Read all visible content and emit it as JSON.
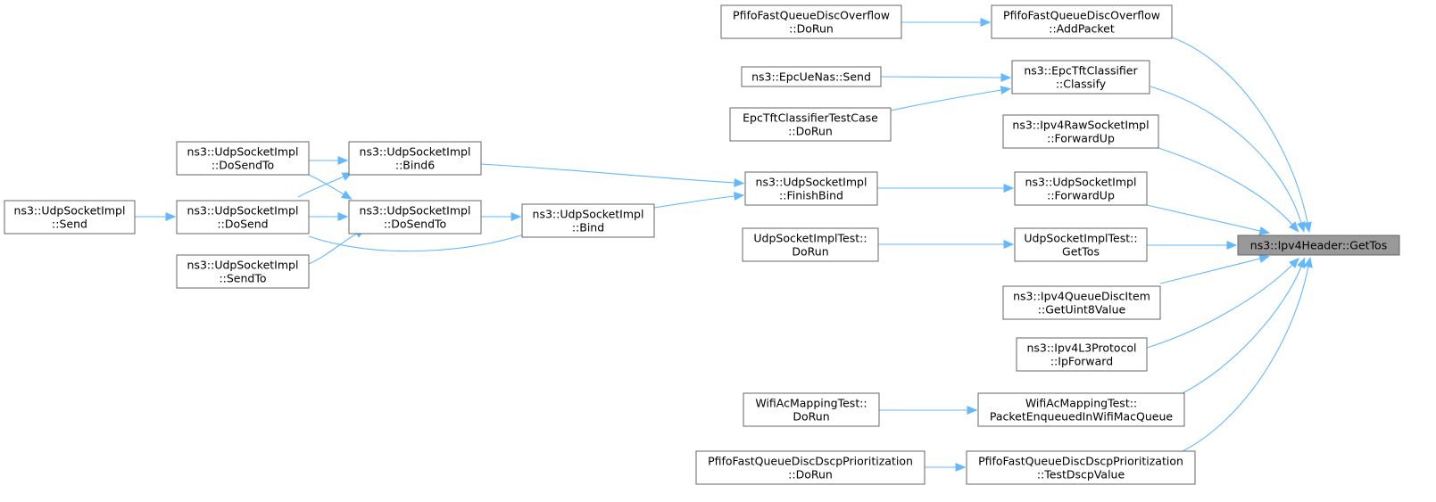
{
  "colors": {
    "edge": "#63b8ff",
    "node_border": "#666666",
    "focus_fill": "#999999",
    "node_fill": "#ffffff"
  },
  "nodes": {
    "get_tos": {
      "lines": [
        "ns3::Ipv4Header::GetTos"
      ]
    },
    "pfifo_addpacket": {
      "lines": [
        "PfifoFastQueueDiscOverflow",
        "::AddPacket"
      ]
    },
    "pfifo_overflow_dorun": {
      "lines": [
        "PfifoFastQueueDiscOverflow",
        "::DoRun"
      ]
    },
    "epc_classify": {
      "lines": [
        "ns3::EpcTftClassifier",
        "::Classify"
      ]
    },
    "epc_uenas_send": {
      "lines": [
        "ns3::EpcUeNas::Send"
      ]
    },
    "epc_test_dorun": {
      "lines": [
        "EpcTftClassifierTestCase",
        "::DoRun"
      ]
    },
    "ipv4raw_forwardup": {
      "lines": [
        "ns3::Ipv4RawSocketImpl",
        "::ForwardUp"
      ]
    },
    "udp_forwardup": {
      "lines": [
        "ns3::UdpSocketImpl",
        "::ForwardUp"
      ]
    },
    "udp_finishbind": {
      "lines": [
        "ns3::UdpSocketImpl",
        "::FinishBind"
      ]
    },
    "udp_bind6": {
      "lines": [
        "ns3::UdpSocketImpl",
        "::Bind6"
      ]
    },
    "udp_bind": {
      "lines": [
        "ns3::UdpSocketImpl",
        "::Bind"
      ]
    },
    "udp_dosendto_mid": {
      "lines": [
        "ns3::UdpSocketImpl",
        "::DoSendTo"
      ]
    },
    "udp_dosendto_left": {
      "lines": [
        "ns3::UdpSocketImpl",
        "::DoSendTo"
      ]
    },
    "udp_dosend": {
      "lines": [
        "ns3::UdpSocketImpl",
        "::DoSend"
      ]
    },
    "udp_sendto": {
      "lines": [
        "ns3::UdpSocketImpl",
        "::SendTo"
      ]
    },
    "udp_send": {
      "lines": [
        "ns3::UdpSocketImpl",
        "::Send"
      ]
    },
    "udptest_gettos": {
      "lines": [
        "UdpSocketImplTest::",
        "GetTos"
      ]
    },
    "udptest_dorun": {
      "lines": [
        "UdpSocketImplTest::",
        "DoRun"
      ]
    },
    "ipv4qdi_getuint8": {
      "lines": [
        "ns3::Ipv4QueueDiscItem",
        "::GetUint8Value"
      ]
    },
    "ipv4l3_ipforward": {
      "lines": [
        "ns3::Ipv4L3Protocol",
        "::IpForward"
      ]
    },
    "wifi_packetenqueued": {
      "lines": [
        "WifiAcMappingTest::",
        "PacketEnqueuedInWifiMacQueue"
      ]
    },
    "wifi_dorun": {
      "lines": [
        "WifiAcMappingTest::",
        "DoRun"
      ]
    },
    "pfifo_testdscp": {
      "lines": [
        "PfifoFastQueueDiscDscpPrioritization",
        "::TestDscpValue"
      ]
    },
    "pfifo_dscp_dorun": {
      "lines": [
        "PfifoFastQueueDiscDscpPrioritization",
        "::DoRun"
      ]
    }
  }
}
